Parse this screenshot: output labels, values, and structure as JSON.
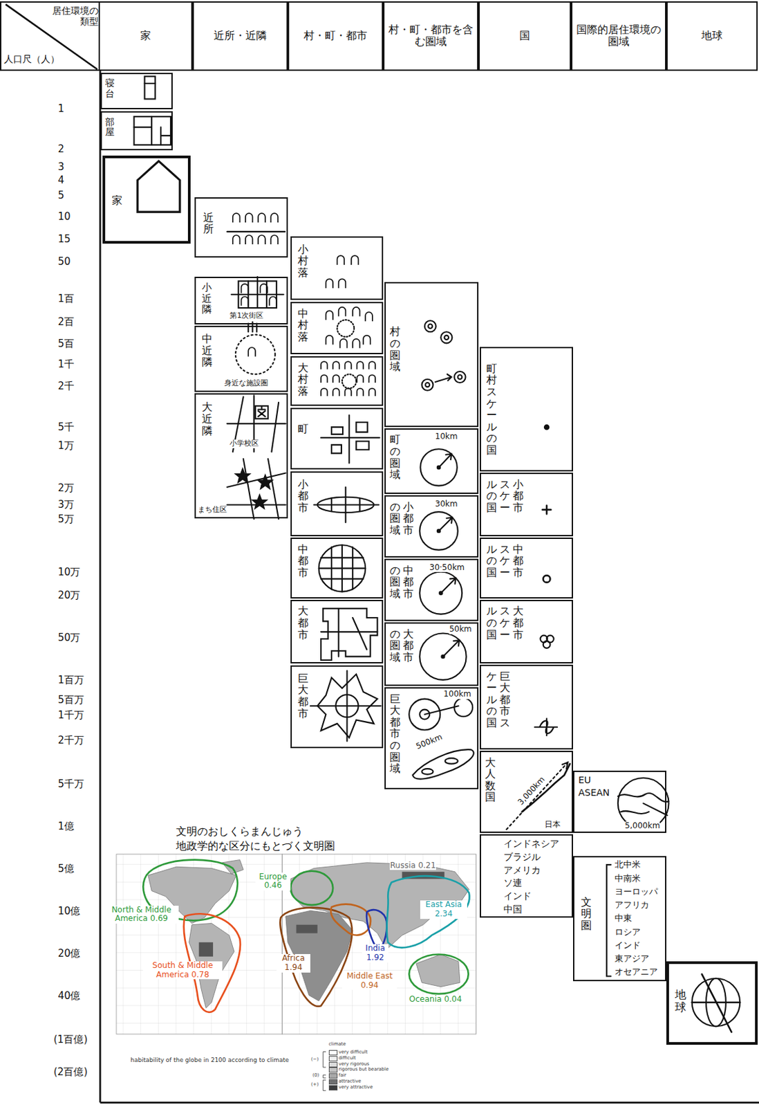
{
  "diagram": {
    "nodes": [
      {
        "text": [
          "居住環境の類型",
          "人口尺（人）"
        ]
      },
      {
        "text": [
          "家"
        ]
      },
      {
        "text": [
          "近所・近隣"
        ]
      },
      {
        "text": [
          "村・町・都市"
        ]
      },
      {
        "text": [
          "村・町・都市を含む圏域"
        ]
      },
      {
        "text": [
          "国"
        ]
      },
      {
        "text": [
          "国際的居住環境の圏域"
        ]
      },
      {
        "text": [
          "地球"
        ]
      },
      {
        "text": [
          "寝台"
        ]
      },
      {
        "text": [
          "部屋"
        ]
      },
      {
        "text": [
          "家"
        ]
      },
      {
        "text": [
          "近所"
        ]
      },
      {
        "text": [
          "小近隣",
          "第1次街区"
        ]
      },
      {
        "text": [
          "中近隣",
          "身近な施設圏"
        ]
      },
      {
        "text": [
          "大近隣",
          "小学校区",
          "まち住区"
        ]
      },
      {
        "text": [
          "小村落"
        ]
      },
      {
        "text": [
          "中村落"
        ]
      },
      {
        "text": [
          "大村落"
        ]
      },
      {
        "text": [
          "町"
        ]
      },
      {
        "text": [
          "小都市"
        ]
      },
      {
        "text": [
          "中都市"
        ]
      },
      {
        "text": [
          "大都市"
        ]
      },
      {
        "text": [
          "巨大都市"
        ]
      },
      {
        "text": [
          "村の圏域"
        ]
      },
      {
        "text": [
          "町の圏域",
          "10km"
        ]
      },
      {
        "text": [
          "小都市の圏域",
          "30km"
        ]
      },
      {
        "text": [
          "中都市の圏域",
          "30·50km"
        ]
      },
      {
        "text": [
          "大都市の圏域",
          "50km"
        ]
      },
      {
        "text": [
          "巨大都市の圏域",
          "100km",
          "500km"
        ]
      },
      {
        "text": [
          "町村スケールの国"
        ]
      },
      {
        "text": [
          "小都市スケールの国"
        ]
      },
      {
        "text": [
          "中都市スケールの国"
        ]
      },
      {
        "text": [
          "大都市スケールの国"
        ]
      },
      {
        "text": [
          "巨大都市スケールの国"
        ]
      },
      {
        "text": [
          "大人数国",
          "3,000km",
          "日本"
        ]
      },
      {
        "text": [
          "インドネシア",
          "ブラジル",
          "アメリカ",
          "ソ連",
          "インド",
          "中国"
        ]
      },
      {
        "text": [
          "EU",
          "ASEAN",
          "5,000km"
        ]
      },
      {
        "text": [
          "文明圏",
          "北中米",
          "中南米",
          "ヨーロッパ",
          "アフリカ",
          "中東",
          "ロシア",
          "インド",
          "東アジア",
          "オセアニア"
        ]
      },
      {
        "text": [
          "地球"
        ]
      }
    ],
    "labels": [
      "1",
      "2",
      "3",
      "4",
      "5",
      "10",
      "15",
      "50",
      "1百",
      "2百",
      "5百",
      "1千",
      "2千",
      "5千",
      "1万",
      "2万",
      "3万",
      "5万",
      "10万",
      "20万",
      "50万",
      "1百万",
      "5百万",
      "1千万",
      "2千万",
      "5千万",
      "1億",
      "5億",
      "10億",
      "20億",
      "40億",
      "(1百億)",
      "(2百億)",
      "文明のおしくらまんじゅう",
      "地政学的な区分にもとづく文明圏",
      "Russia 0.21",
      "Europe 0.46",
      "North & Middle America 0.69",
      "South & Middle America 0.78",
      "Africa 1.94",
      "Middle East 0.94",
      "India 1.92",
      "East Asia 2.34",
      "Oceania 0.04",
      "habitability of the globe in 2100 according to climate",
      "climate",
      "(−)",
      "(0)",
      "(+)"
    ],
    "legend": [
      {
        "text": "very difficult",
        "color": "#ffffff"
      },
      {
        "text": "difficult",
        "color": "#f0f0f0"
      },
      {
        "text": "very rigorous",
        "color": "#dcdcdc"
      },
      {
        "text": "rigorous but bearable",
        "color": "#c4c4c4"
      },
      {
        "text": "fair",
        "color": "#a8a8a8"
      },
      {
        "text": "attractive",
        "color": "#707070"
      },
      {
        "text": "very attractive",
        "color": "#3c3c3c"
      }
    ]
  }
}
